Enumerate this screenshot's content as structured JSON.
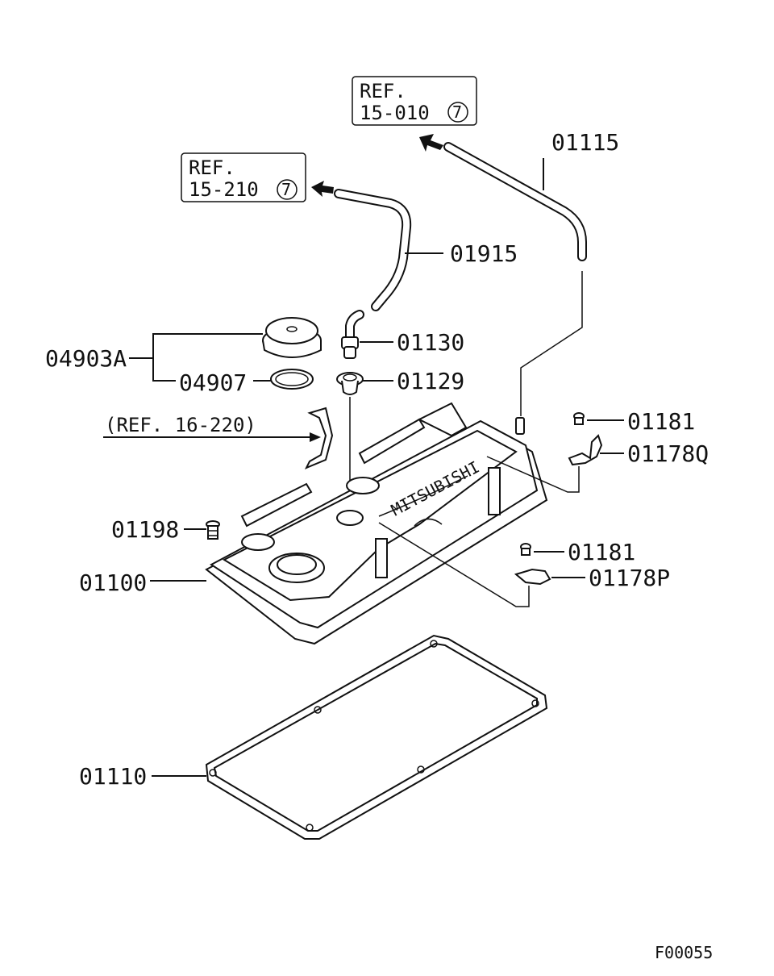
{
  "diagram": {
    "figure_code": "F00055",
    "references": [
      {
        "id": "ref-15-010",
        "line1": "REF.",
        "line2": "15-010",
        "circled": "7"
      },
      {
        "id": "ref-15-210",
        "line1": "REF.",
        "line2": "15-210",
        "circled": "7"
      },
      {
        "id": "ref-16-220",
        "text": "(REF. 16-220)"
      }
    ],
    "parts": {
      "p01115": "01115",
      "p01915": "01915",
      "p04903A": "04903A",
      "p04907": "04907",
      "p01130": "01130",
      "p01129": "01129",
      "p01181a": "01181",
      "p01178Q": "01178Q",
      "p01198": "01198",
      "p01100": "01100",
      "p01181b": "01181",
      "p01178P": "01178P",
      "p01110": "01110"
    },
    "brand_text": "MITSUBISHI"
  }
}
